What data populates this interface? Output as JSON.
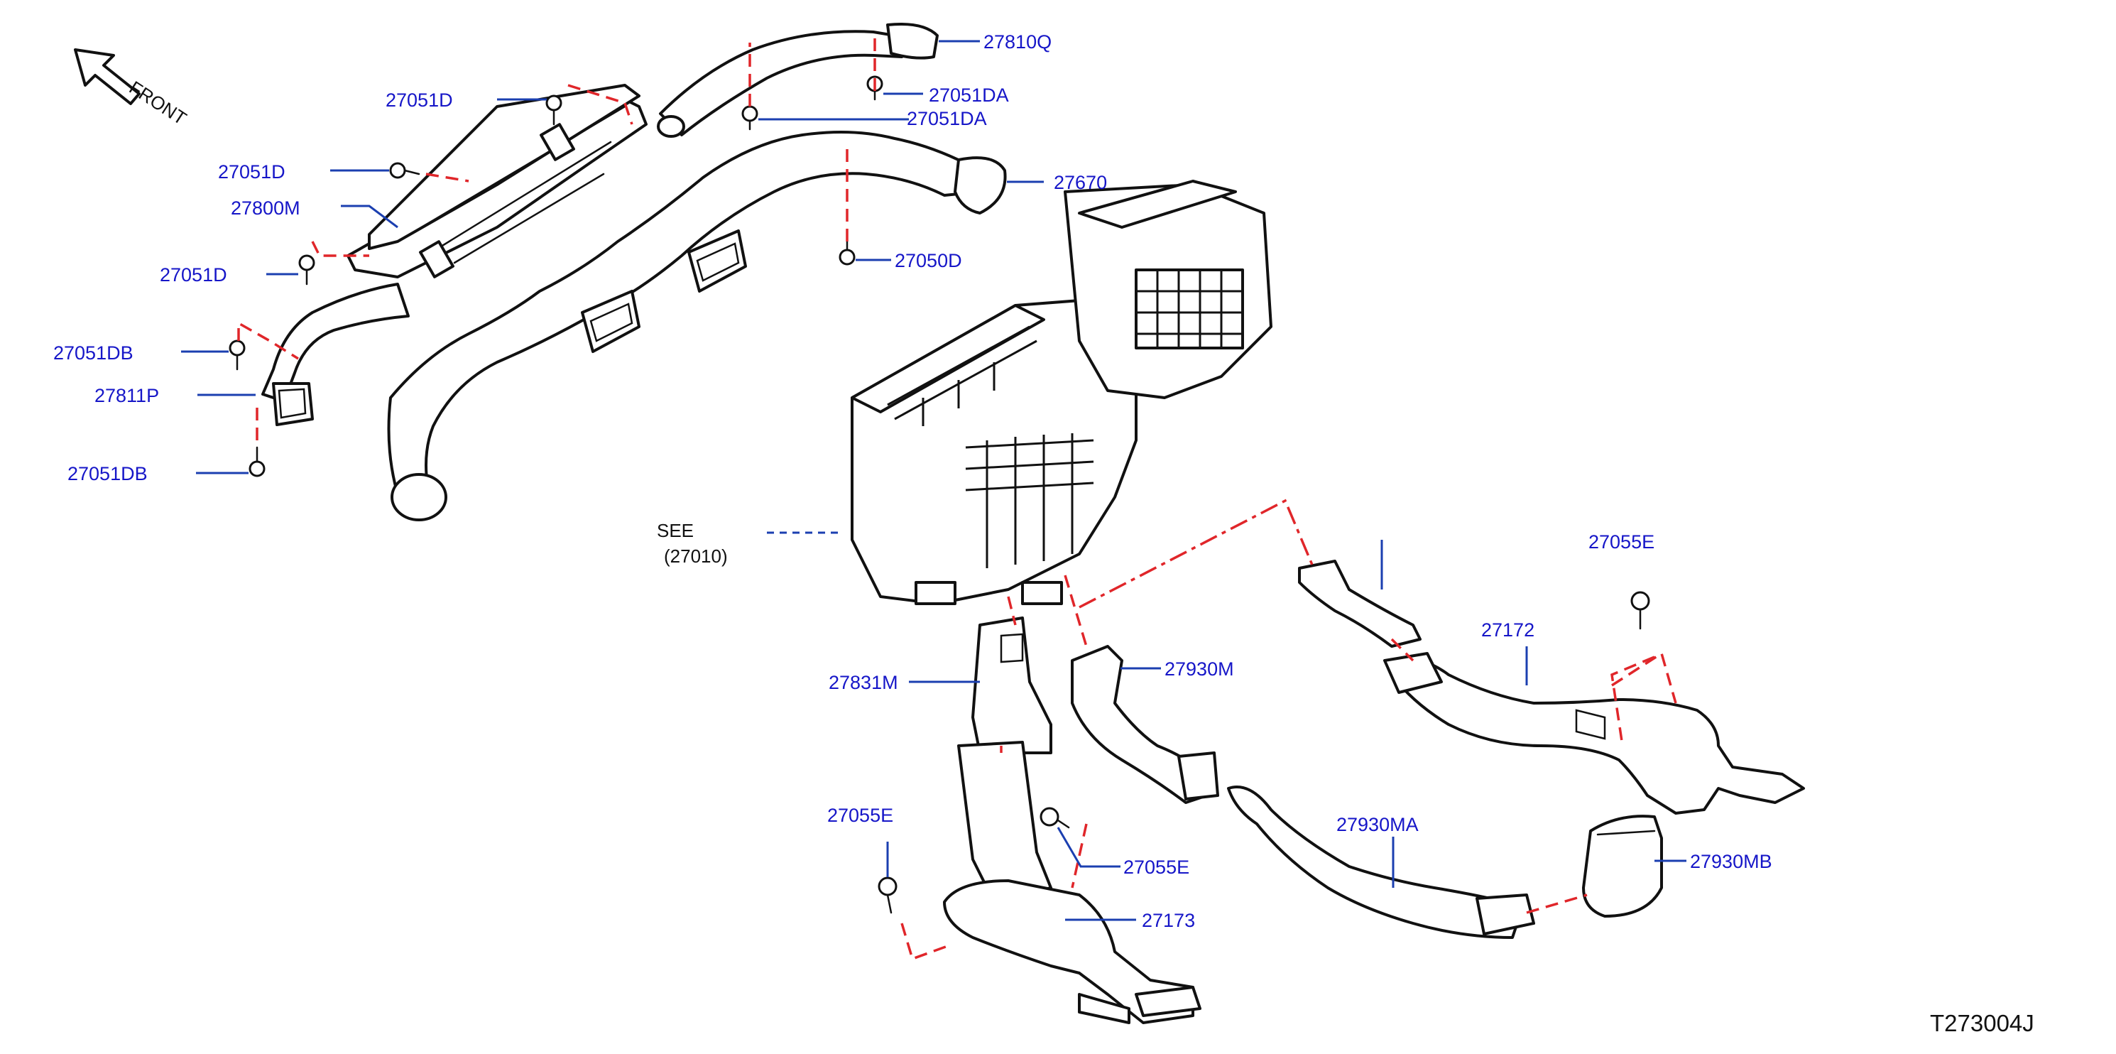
{
  "diagram": {
    "front_label": "FRONT",
    "drawing_code": "T273004J",
    "labels": {
      "p27051D_a": "27051D",
      "p27051D_b": "27051D",
      "p27800M": "27800M",
      "p27051D_c": "27051D",
      "p27051DB_a": "27051DB",
      "p27811P": "27811P",
      "p27051DB_b": "27051DB",
      "p27810Q": "27810Q",
      "p27051DA_a": "27051DA",
      "p27051DA_b": "27051DA",
      "p27670": "27670",
      "p27050D": "27050D",
      "p27055E_top": "27055E",
      "p27172": "27172",
      "p27930M": "27930M",
      "p27831M": "27831M",
      "p27055E_left": "27055E",
      "p27055E_mid": "27055E",
      "p27173": "27173",
      "p27930MA": "27930MA",
      "p27930MB": "27930MB"
    },
    "hidden_ref_text": [
      "SEE",
      "(27010)"
    ]
  }
}
